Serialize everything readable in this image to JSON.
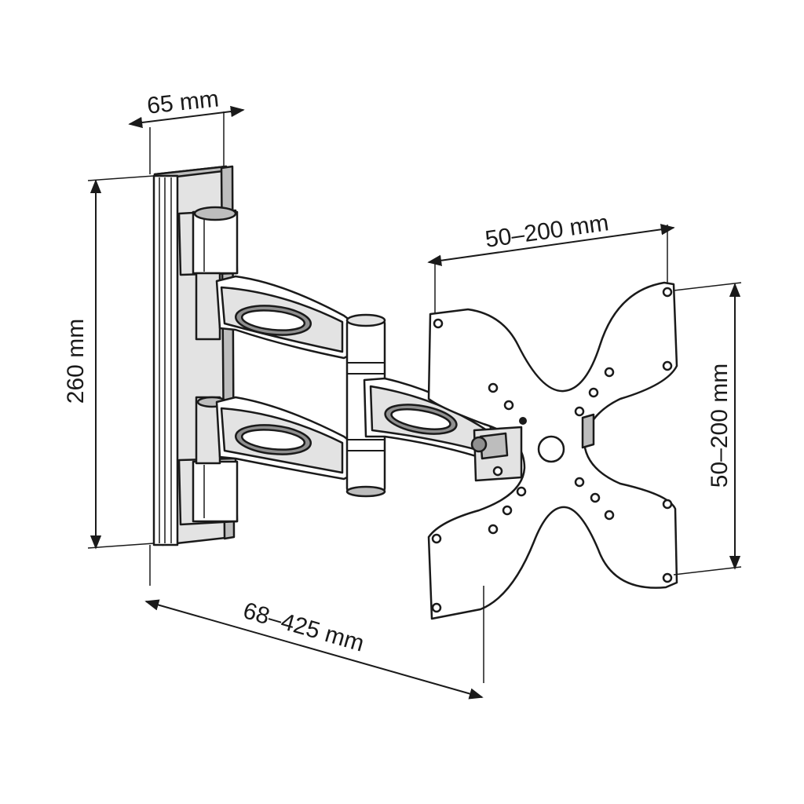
{
  "dimensions": {
    "wall_plate_depth": "65 mm",
    "wall_plate_height": "260 mm",
    "vesa_horizontal": "50–200 mm",
    "vesa_vertical": "50–200 mm",
    "arm_extension": "68–425 mm"
  }
}
